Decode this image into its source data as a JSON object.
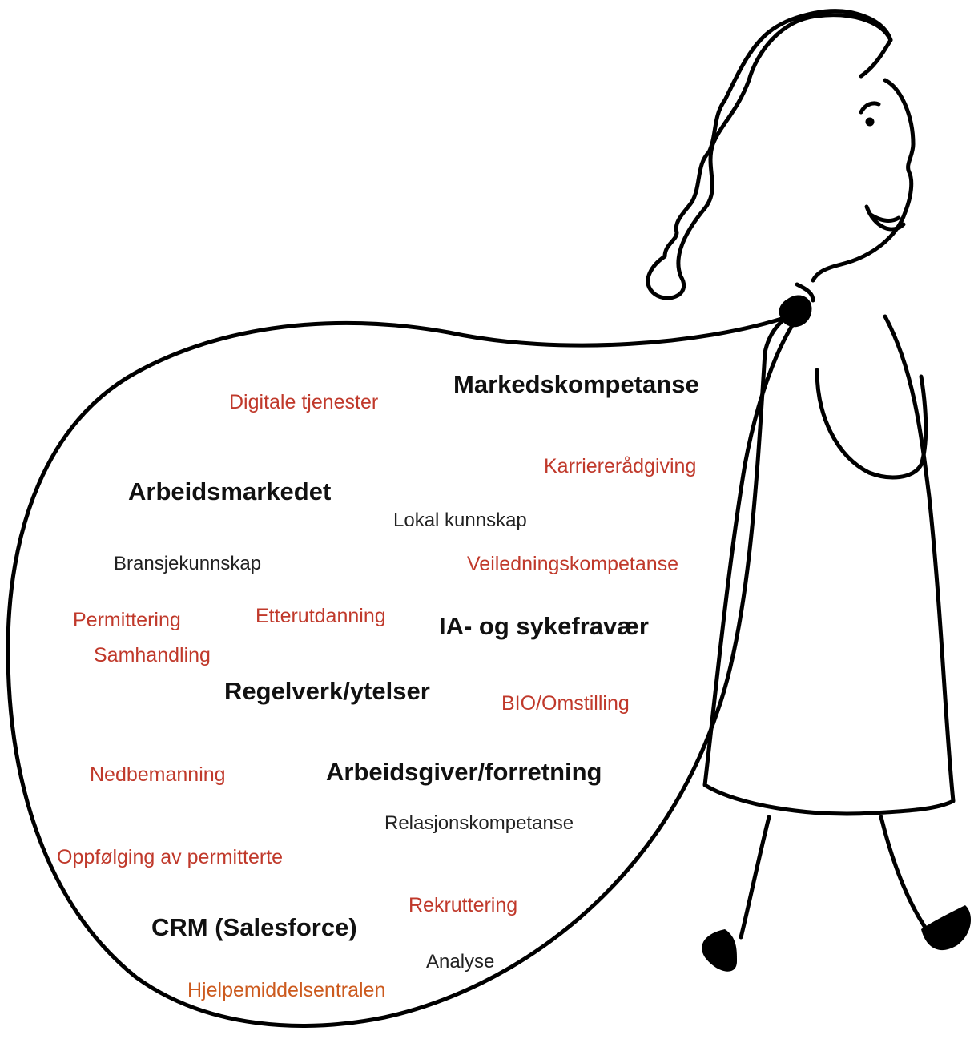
{
  "colors": {
    "outline": "#000000",
    "strong_text": "#111111",
    "plain_text": "#222222",
    "red_text": "#c0392b",
    "orange_text": "#cc5a1e"
  },
  "figure": {
    "icon": "woman-carrying-sack",
    "sack_icon": "speech-bubble-sack"
  },
  "terms": {
    "markedskompetanse": "Markedskompetanse",
    "digitale_tjenester": "Digitale tjenester",
    "karriereradgiving": "Karriererådgiving",
    "arbeidsmarkedet": "Arbeidsmarkedet",
    "lokal_kunnskap": "Lokal kunnskap",
    "bransjekunnskap": "Bransjekunnskap",
    "veiledningskompetanse": "Veiledningskompetanse",
    "permittering": "Permittering",
    "etterutdanning": "Etterutdanning",
    "ia_sykefravaer": "IA- og sykefravær",
    "samhandling": "Samhandling",
    "regelverk_ytelser": "Regelverk/ytelser",
    "bio_omstilling": "BIO/Omstilling",
    "nedbemanning": "Nedbemanning",
    "arbeidsgiver_forretning": "Arbeidsgiver/forretning",
    "relasjonskompetanse": "Relasjonskompetanse",
    "oppfolging_permitterte": "Oppfølging av permitterte",
    "rekruttering": "Rekruttering",
    "crm_salesforce": "CRM (Salesforce)",
    "analyse": "Analyse",
    "hjelpemiddelsentralen": "Hjelpemiddelsentralen"
  }
}
